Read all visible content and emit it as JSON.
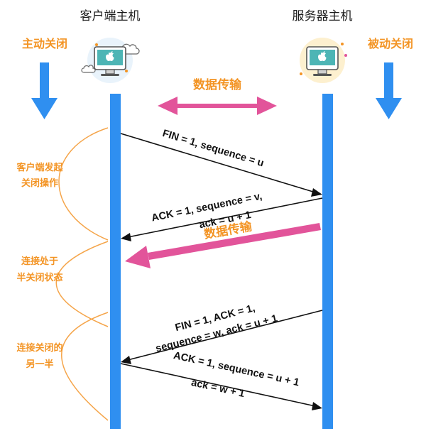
{
  "colors": {
    "timeline": "#2f8ff0",
    "arrow": "#2f8ff0",
    "orange": "#f39424",
    "transfer": "#e2549a",
    "message": "#111111",
    "brace": "#f5a54a"
  },
  "hosts": {
    "client": {
      "title": "客户端主机",
      "icon": "monitor-cloud-icon"
    },
    "server": {
      "title": "服务器主机",
      "icon": "monitor-sun-icon"
    }
  },
  "sides": {
    "client": "主动关闭",
    "server": "被动关闭"
  },
  "transfer": {
    "label_top": "数据传输",
    "label_mid": "数据传输"
  },
  "phases": [
    {
      "line1": "客户端发起",
      "line2": "关闭操作"
    },
    {
      "line1": "连接处于",
      "line2": "半关闭状态"
    },
    {
      "line1": "连接关闭的",
      "line2": "另一半"
    }
  ],
  "messages": {
    "m1": "FIN = 1, sequence = u",
    "m2a": "ACK = 1, sequence = v,",
    "m2b": "ack = u + 1",
    "m3a": "FIN = 1,  ACK = 1,",
    "m3b": "sequence = w, ack = u + 1",
    "m4a": "ACK = 1, sequence = u + 1",
    "m4b": "ack = w + 1"
  }
}
